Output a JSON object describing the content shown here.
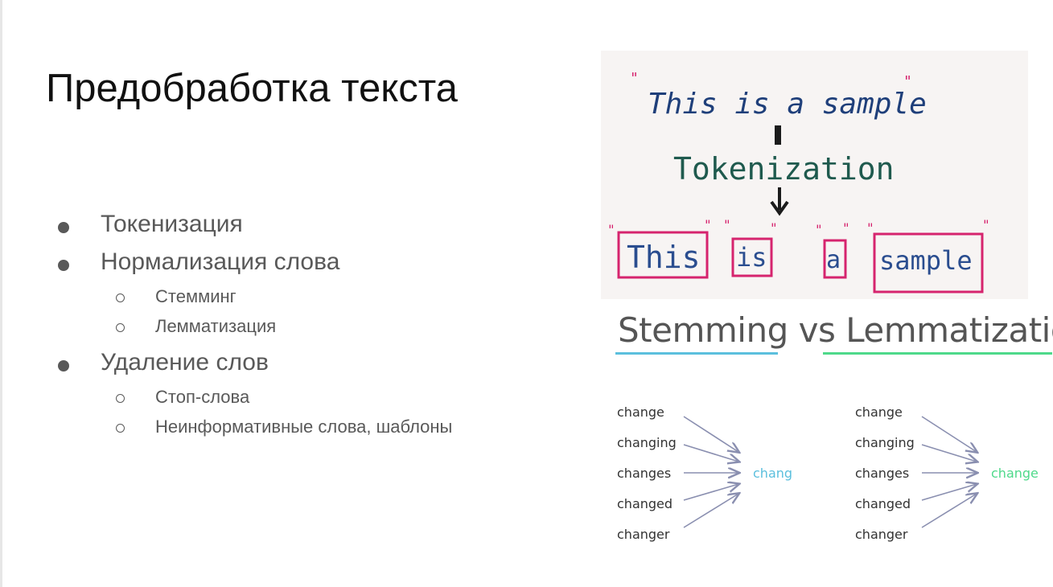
{
  "slide": {
    "title": "Предобработка текста",
    "bullets": [
      {
        "level": 1,
        "text": "Токенизация"
      },
      {
        "level": 1,
        "text": "Нормализация слова"
      },
      {
        "level": 2,
        "text": "Стемминг"
      },
      {
        "level": 2,
        "text": "Лемматизация"
      },
      {
        "level": 1,
        "text": "Удаление слов"
      },
      {
        "level": 2,
        "text": "Стоп-слова"
      },
      {
        "level": 2,
        "text": "Неинформативные слова, шаблоны"
      }
    ]
  },
  "photo": {
    "sentence": "This is a sample",
    "process_label": "Tokenization",
    "tokens": [
      "This",
      "is",
      "a",
      "sample"
    ],
    "colors": {
      "sentence": "#1f3f7a",
      "process": "#1f5a4e",
      "token_box": "#d6246e",
      "token_text": "#2a4d8f"
    }
  },
  "comparison": {
    "heading_left": "Stemming",
    "heading_mid": "vs",
    "heading_right": "Lemmatization",
    "colors": {
      "stem": "#5bbfdd",
      "lemma": "#4ed98a",
      "arrow": "#8a8fb0"
    },
    "stemming": {
      "inputs": [
        "change",
        "changing",
        "changes",
        "changed",
        "changer"
      ],
      "output": "chang"
    },
    "lemmatization": {
      "inputs": [
        "change",
        "changing",
        "changes",
        "changed",
        "changer"
      ],
      "output": "change"
    }
  }
}
